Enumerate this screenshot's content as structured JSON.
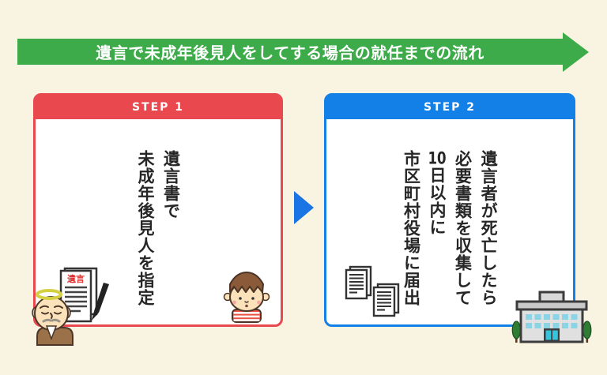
{
  "banner": {
    "title": "遺言で未成年後見人をしてする場合の就任までの流れ",
    "bg_color": "#3EAB4A",
    "shape": "right-pointing-arrow-ribbon"
  },
  "arrow_between_steps": {
    "direction": "right",
    "color": "#1A74E4"
  },
  "steps": [
    {
      "label": "STEP 1",
      "accent_color": "#E8484E",
      "text_lines": [
        "遺言書で",
        "未成年後見人を指定"
      ],
      "icons": [
        "will-document-icon",
        "pen-icon",
        "deceased-elderly-man-icon",
        "boy-icon"
      ]
    },
    {
      "label": "STEP 2",
      "accent_color": "#1380E8",
      "text_lines": [
        "遺言者が死亡したら",
        "必要書類を収集して",
        "10日以内に",
        "市区町村役場に届出"
      ],
      "icons": [
        "documents-icon",
        "government-office-building-icon"
      ]
    }
  ],
  "will_document_label": "遺言",
  "background_color": "#F9F3E1"
}
